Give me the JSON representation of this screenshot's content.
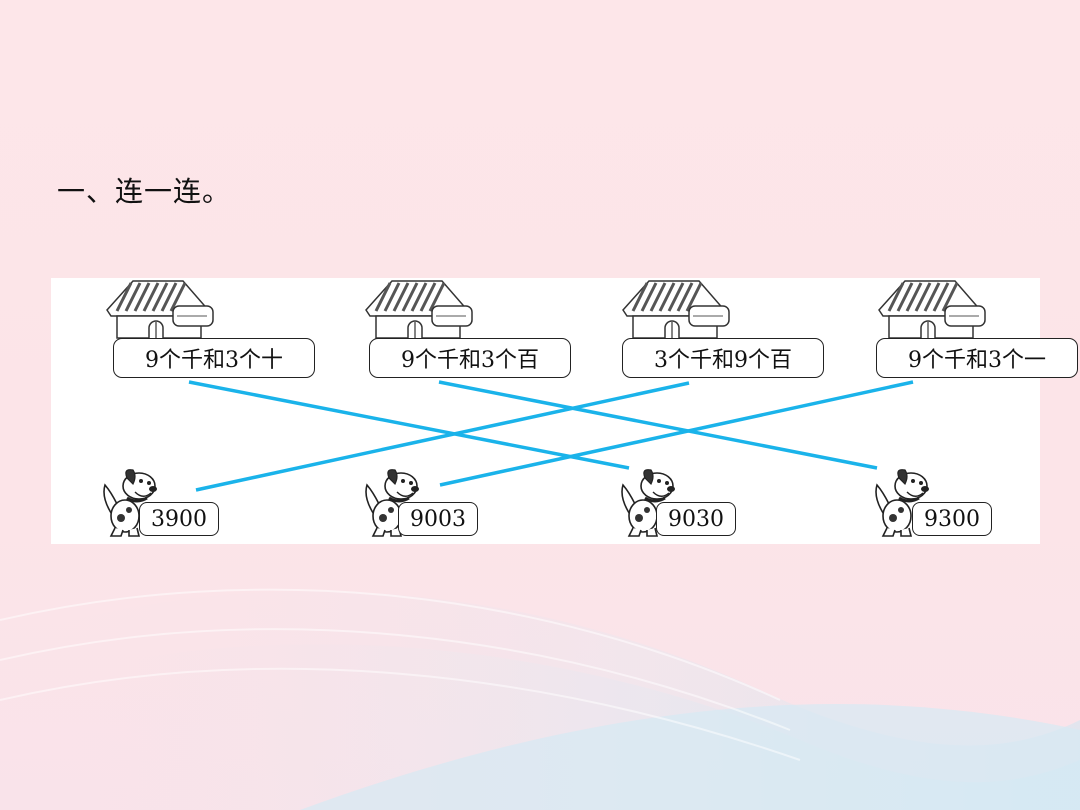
{
  "heading": "一、连一连。",
  "houses": [
    {
      "label": "9个千和3个十"
    },
    {
      "label": "9个千和3个百"
    },
    {
      "label": "3个千和9个百"
    },
    {
      "label": "9个千和3个一"
    }
  ],
  "dogs": [
    {
      "number": "3900"
    },
    {
      "number": "9003"
    },
    {
      "number": "9030"
    },
    {
      "number": "9300"
    }
  ],
  "connections": [
    {
      "from_house": 1,
      "to_dog": 3
    },
    {
      "from_house": 2,
      "to_dog": 4
    },
    {
      "from_house": 3,
      "to_dog": 1
    },
    {
      "from_house": 4,
      "to_dog": 2
    }
  ],
  "colors": {
    "line": "#1ab3ea",
    "background": "#fde6e9",
    "wave": "#dfeaf2"
  },
  "icons": [
    "house-icon",
    "dog-icon"
  ]
}
